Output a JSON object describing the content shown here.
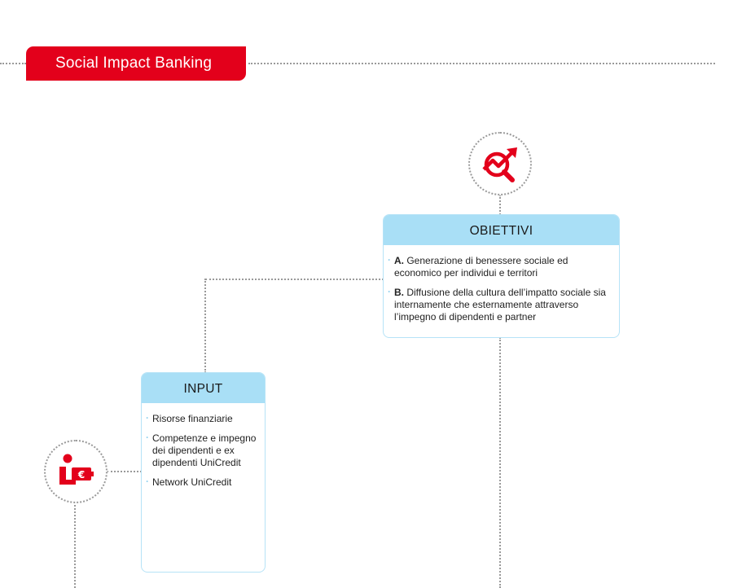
{
  "banner": {
    "title": "Social Impact Banking"
  },
  "obiettivi": {
    "title": "OBIETTIVI",
    "items": [
      {
        "letter": "A.",
        "text": "Generazione di benessere sociale ed economico per individui e territori"
      },
      {
        "letter": "B.",
        "text": "Diffusione della cultura dell’impatto sociale sia internamente che esternamente attraverso l’impegno di dipendenti e partner"
      }
    ]
  },
  "input": {
    "title": "INPUT",
    "items": [
      {
        "text": "Risorse finanziarie"
      },
      {
        "text": "Competenze e impegno dei dipendenti e ex dipendenti UniCredit"
      },
      {
        "text": "Network UniCredit"
      }
    ]
  },
  "icons": {
    "objectives": "growth-magnifier-icon",
    "input": "person-euro-card-icon",
    "accent_color": "#e3001b",
    "header_color": "#a9dff6"
  }
}
